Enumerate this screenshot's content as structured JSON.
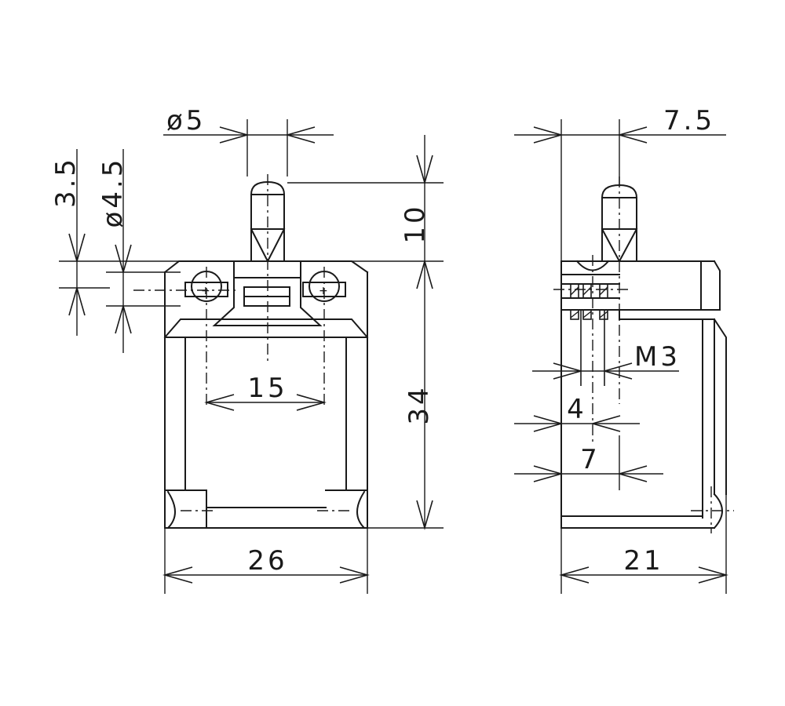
{
  "dimensions": {
    "plunger_diameter": "ø5",
    "hole_diameter": "ø4.5",
    "hole_offset": "3.5",
    "plunger_height": "10",
    "body_height": "34",
    "hole_spacing": "15",
    "body_width": "26",
    "plunger_offset": "7.5",
    "thread": "M3",
    "thread_depth": "4",
    "hole_depth": "7",
    "body_depth": "21"
  },
  "colors": {
    "line": "#1a1a1a",
    "background": "#ffffff"
  }
}
